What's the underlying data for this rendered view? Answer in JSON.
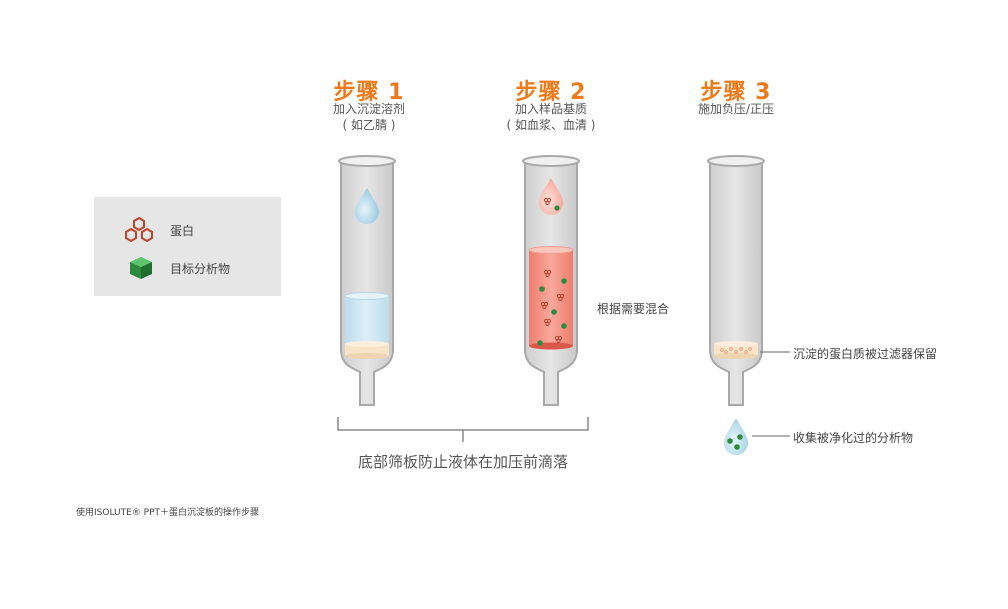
{
  "steps": [
    {
      "title": "步骤 1",
      "line1": "加入沉淀溶剂",
      "line2": "( 如乙腈 )"
    },
    {
      "title": "步骤 2",
      "line1": "加入样品基质",
      "line2": "( 如血浆、血清 )"
    },
    {
      "title": "步骤 3",
      "line1": "施加负压/正压",
      "line2": ""
    }
  ],
  "legend": {
    "protein": "蛋白",
    "analyte": "目标分析物"
  },
  "callouts": {
    "mix": "根据需要混合",
    "retained": "沉淀的蛋白质被过滤器保留",
    "collected": "收集被净化过的分析物"
  },
  "bracket_label": "底部筛板防止液体在加压前滴落",
  "caption": "使用ISOLUTE® PPT＋蛋白沉淀板的操作步骤",
  "colors": {
    "accent": "#ee7a1a",
    "tube_wall": "#a9a9a9",
    "tube_inner": "#dcdcdc",
    "solvent": "#cfe6f2",
    "sample": "#f08a7c",
    "frit": "#f7e3c8",
    "analyte": "#2e8b3e",
    "protein": "#c0432c",
    "legend_bg": "#e6e6e6"
  }
}
